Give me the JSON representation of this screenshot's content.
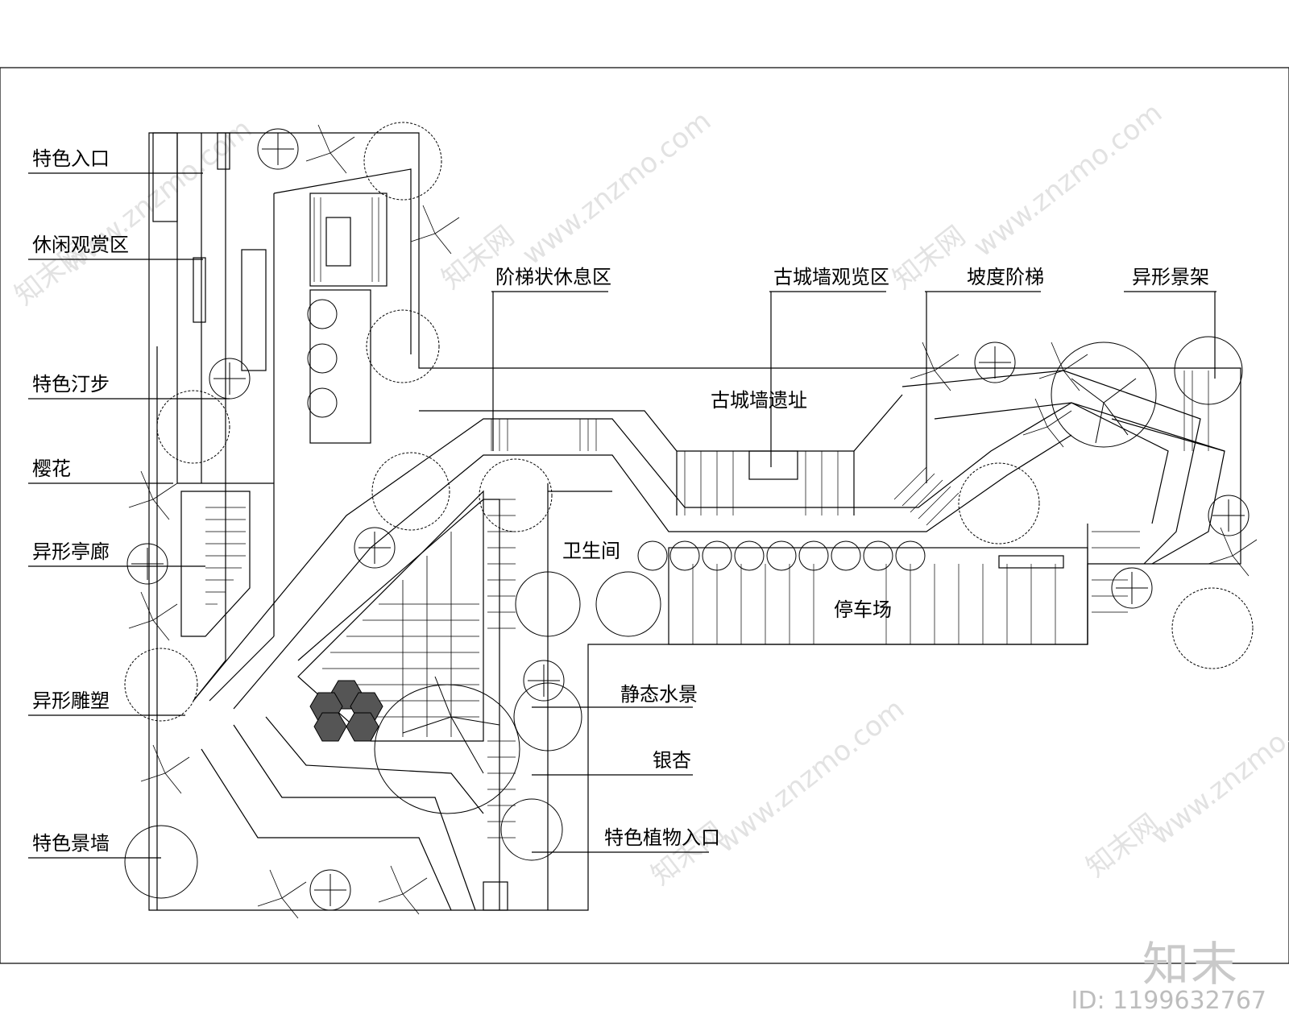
{
  "labels": {
    "left": [
      "特色入口",
      "休闲观赏区",
      "特色汀步",
      "樱花",
      "异形亭廊",
      "异形雕塑",
      "特色景墙"
    ],
    "top": [
      "阶梯状休息区",
      "古城墙观览区",
      "坡度阶梯",
      "异形景架"
    ],
    "right": [
      "静态水景",
      "银杏",
      "特色植物入口"
    ],
    "inner": {
      "wall_ruins": "古城墙遗址",
      "restroom": "卫生间",
      "parking": "停车场"
    }
  },
  "watermark": {
    "logo": "知末",
    "id": "ID: 1199632767",
    "site": "www.znzmo.com",
    "brand": "知末网"
  }
}
